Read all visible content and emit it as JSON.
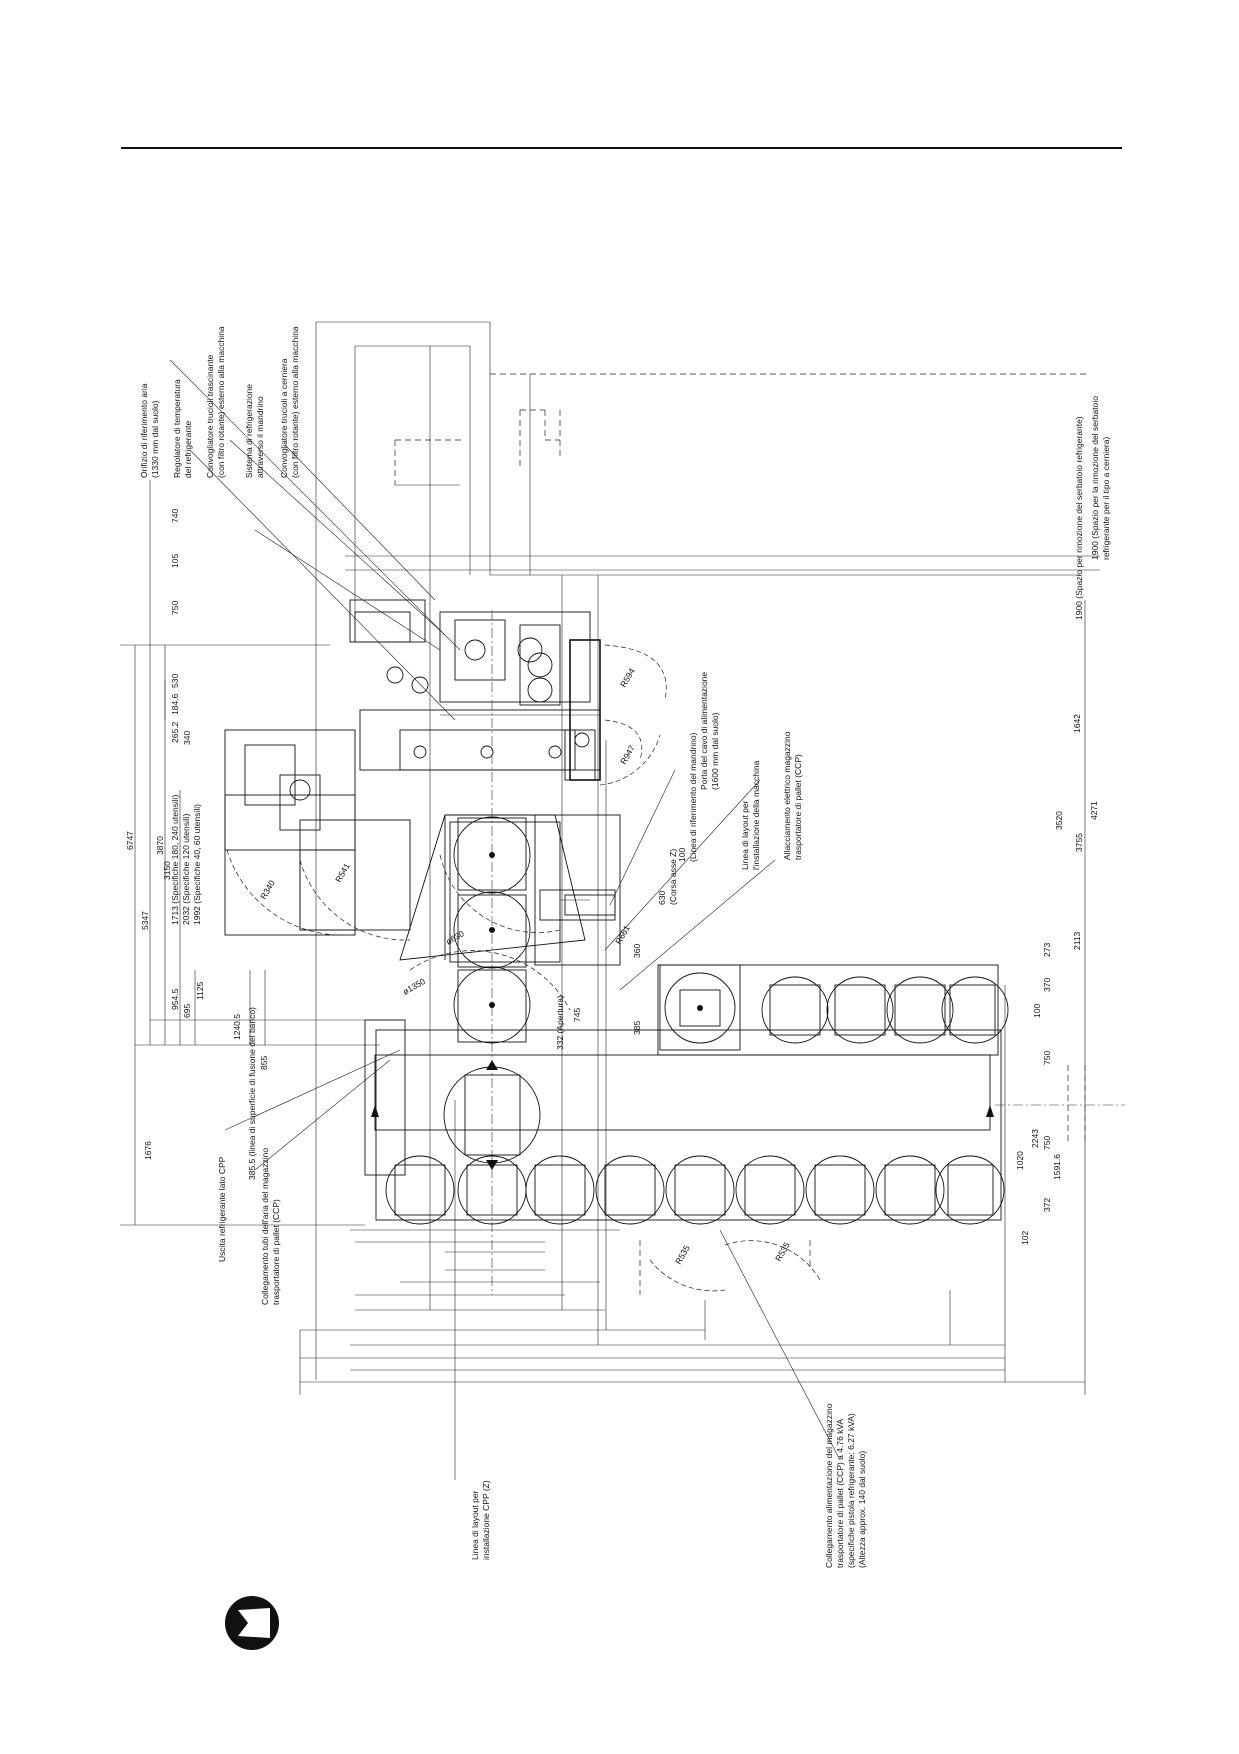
{
  "labels": {
    "air_inlet": [
      "Orifizio di riferimento aria",
      "(1330 mm dal suolo)"
    ],
    "coolant_temp": [
      "Regolatore di temperatura",
      "del refrigerante"
    ],
    "chip_conveyor_drag": [
      "Convogliatore trucioli trascinante",
      "(con filtro rotante) esterno alla macchina"
    ],
    "through_spindle": [
      "Sistema di refrigerazione",
      "attraverso il mandrino"
    ],
    "chip_conveyor_hinge": [
      "Convogliatore trucioli a cerniera",
      "(con filtro rotante) esterno alla macchina"
    ],
    "tank_removal_space": "1900 (Spazio per rimozione del serbatoio refrigerante)",
    "tank_removal_hinge": [
      "1900 (Spazio per la rimozione del serbatoio",
      "refrigerante per il tipo a cerniera)"
    ],
    "spindle_ref": [
      "100",
      "(Linea di riferimento del mandrino)"
    ],
    "power_cable": [
      "Porta del cavo di alimentazione",
      "(1600 mm dal suolo)"
    ],
    "layout_line_machine": [
      "Linea di layout per",
      "l'installazione della macchina"
    ],
    "magazine_electric": [
      "Allacciamento elettrico magazzino",
      "trasportatore di pallet (CCP)"
    ],
    "tool_spec": [
      "1713 (Specifiche 180, 240 utensili)",
      "2032 (Specifiche 120 utensili)",
      "1992 (Specifiche 40, 60 utensili)"
    ],
    "corsa_z": [
      "630",
      "(Corsa asse Z)"
    ],
    "apertura": "332 (Apertura)",
    "coolant_out": "Uscita refrigerante lato CPP",
    "table_surface": "385.5 (linea di superficie di fusione del banco)",
    "air_tubes": [
      "Collegamento tubi dell'aria del magazzino",
      "trasportatore di pallet (CCP)"
    ],
    "layout_line_cpp": [
      "Linea di layout per",
      "installazione CPP (Z)"
    ],
    "magazine_power": [
      "Collegamento alimentazione del magazzino",
      "trasportatore di pallet (CCP) a 4.76 kVA",
      "(specifiche pistola refrigerante: 6.27 kVA)",
      "(Altezza approx. 140 dal suolo)"
    ]
  },
  "dimensions": {
    "left": [
      "6747",
      "5347",
      "3870",
      "3150",
      "1676",
      "954.5",
      "695",
      "1125",
      "1240.5",
      "855"
    ],
    "top": [
      "740",
      "105",
      "750",
      "530",
      "265.2",
      "184.6",
      "340"
    ],
    "right": [
      "1642",
      "3520",
      "3755",
      "4271",
      "2113",
      "273",
      "370",
      "100",
      "750",
      "2243",
      "1020",
      "750",
      "1591.6",
      "372",
      "102"
    ],
    "radii": [
      "R594",
      "R947",
      "R541",
      "R340",
      "R661",
      "R535",
      "R535"
    ],
    "diameters": [
      "ø630",
      "ø1350"
    ],
    "misc": [
      "360",
      "385",
      "745"
    ]
  }
}
